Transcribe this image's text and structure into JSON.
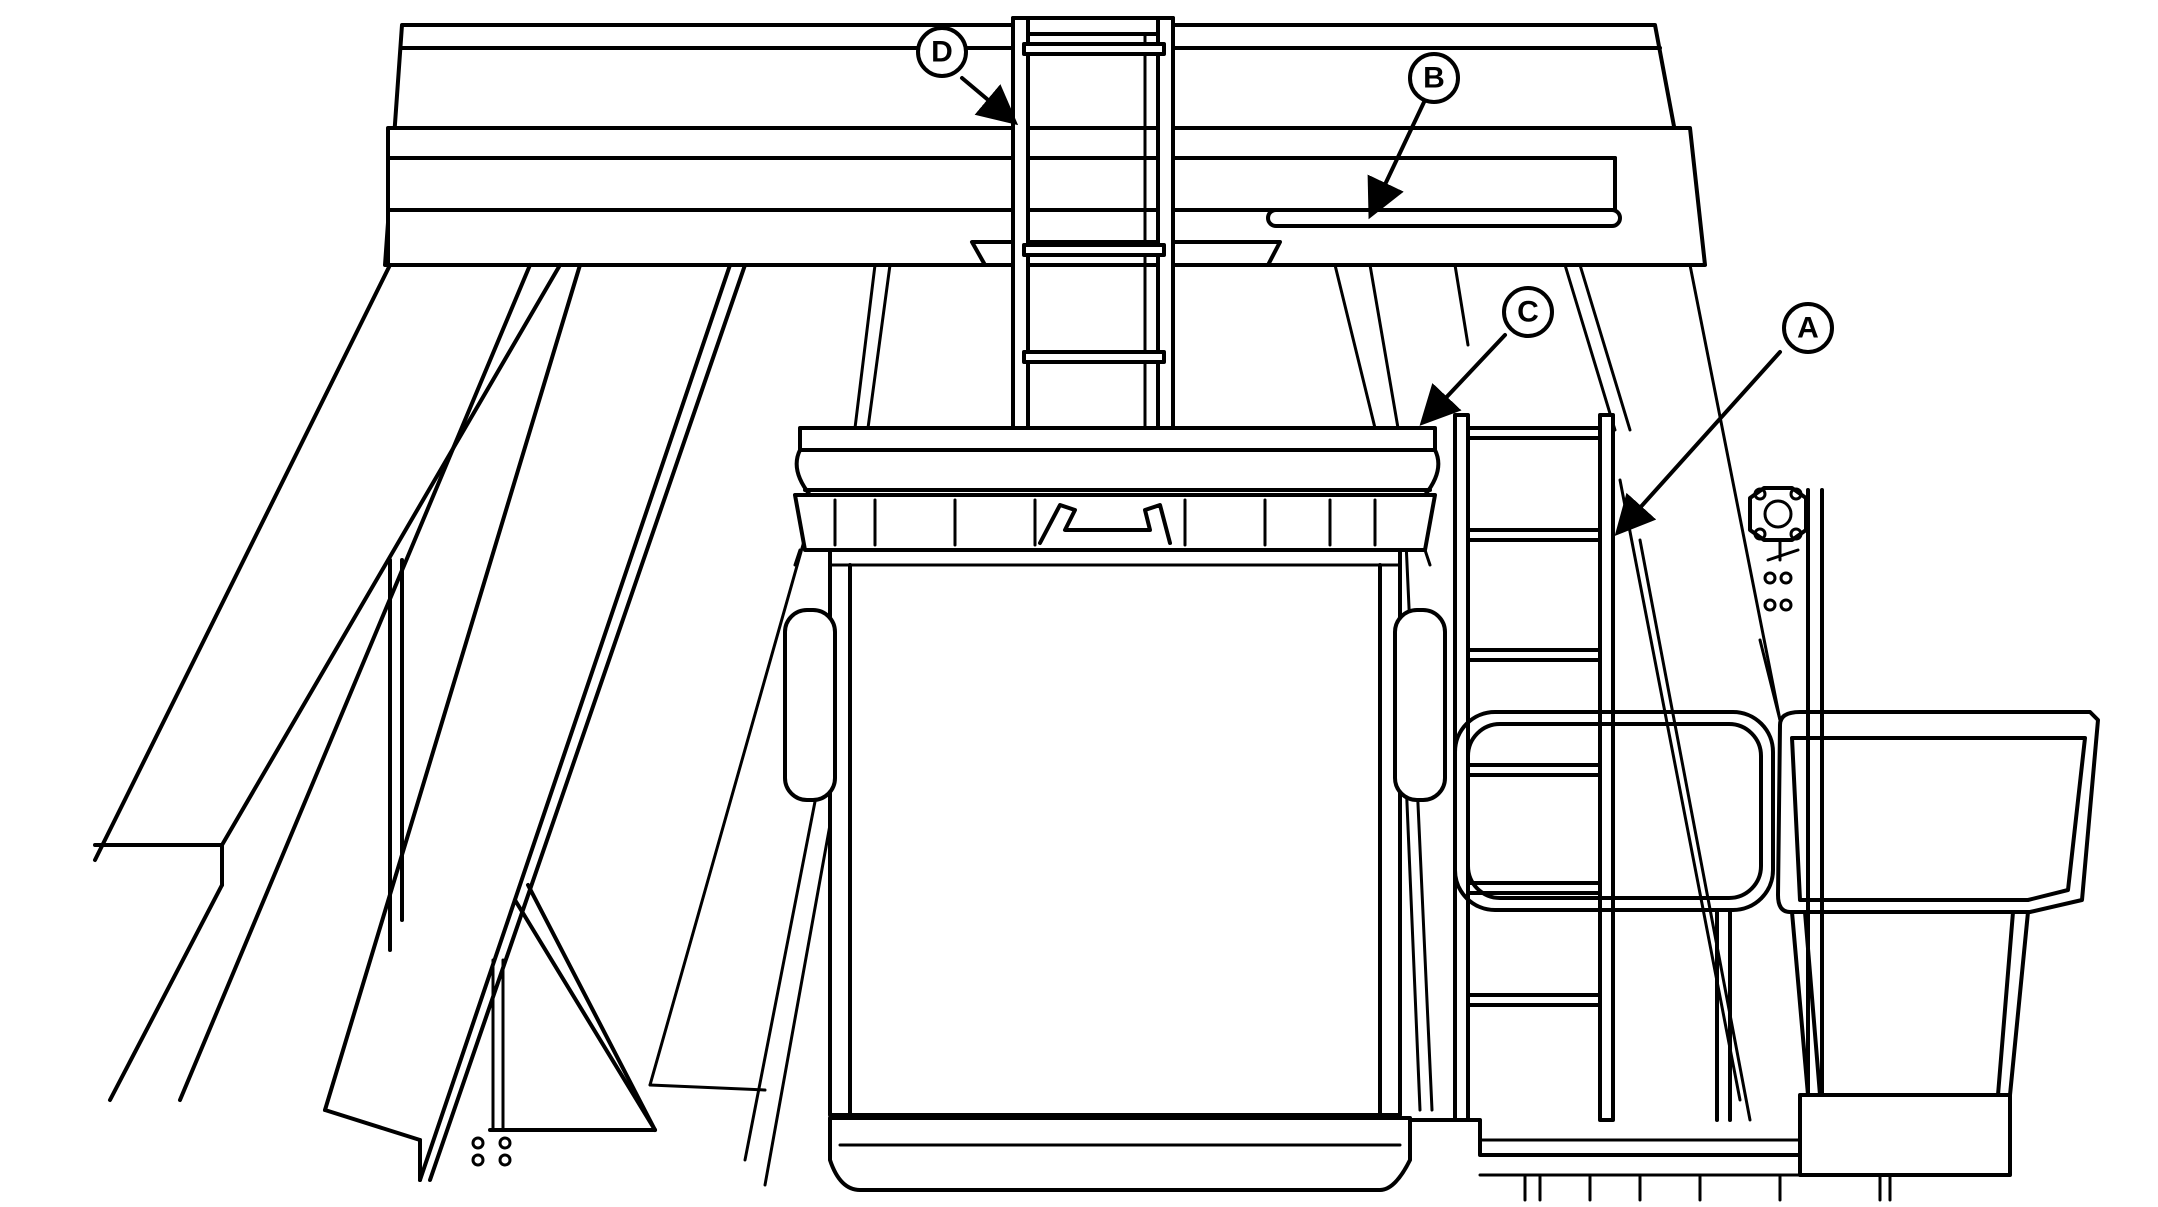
{
  "callouts": [
    {
      "id": "D",
      "label": "D"
    },
    {
      "id": "B",
      "label": "B"
    },
    {
      "id": "C",
      "label": "C"
    },
    {
      "id": "A",
      "label": "A"
    }
  ]
}
